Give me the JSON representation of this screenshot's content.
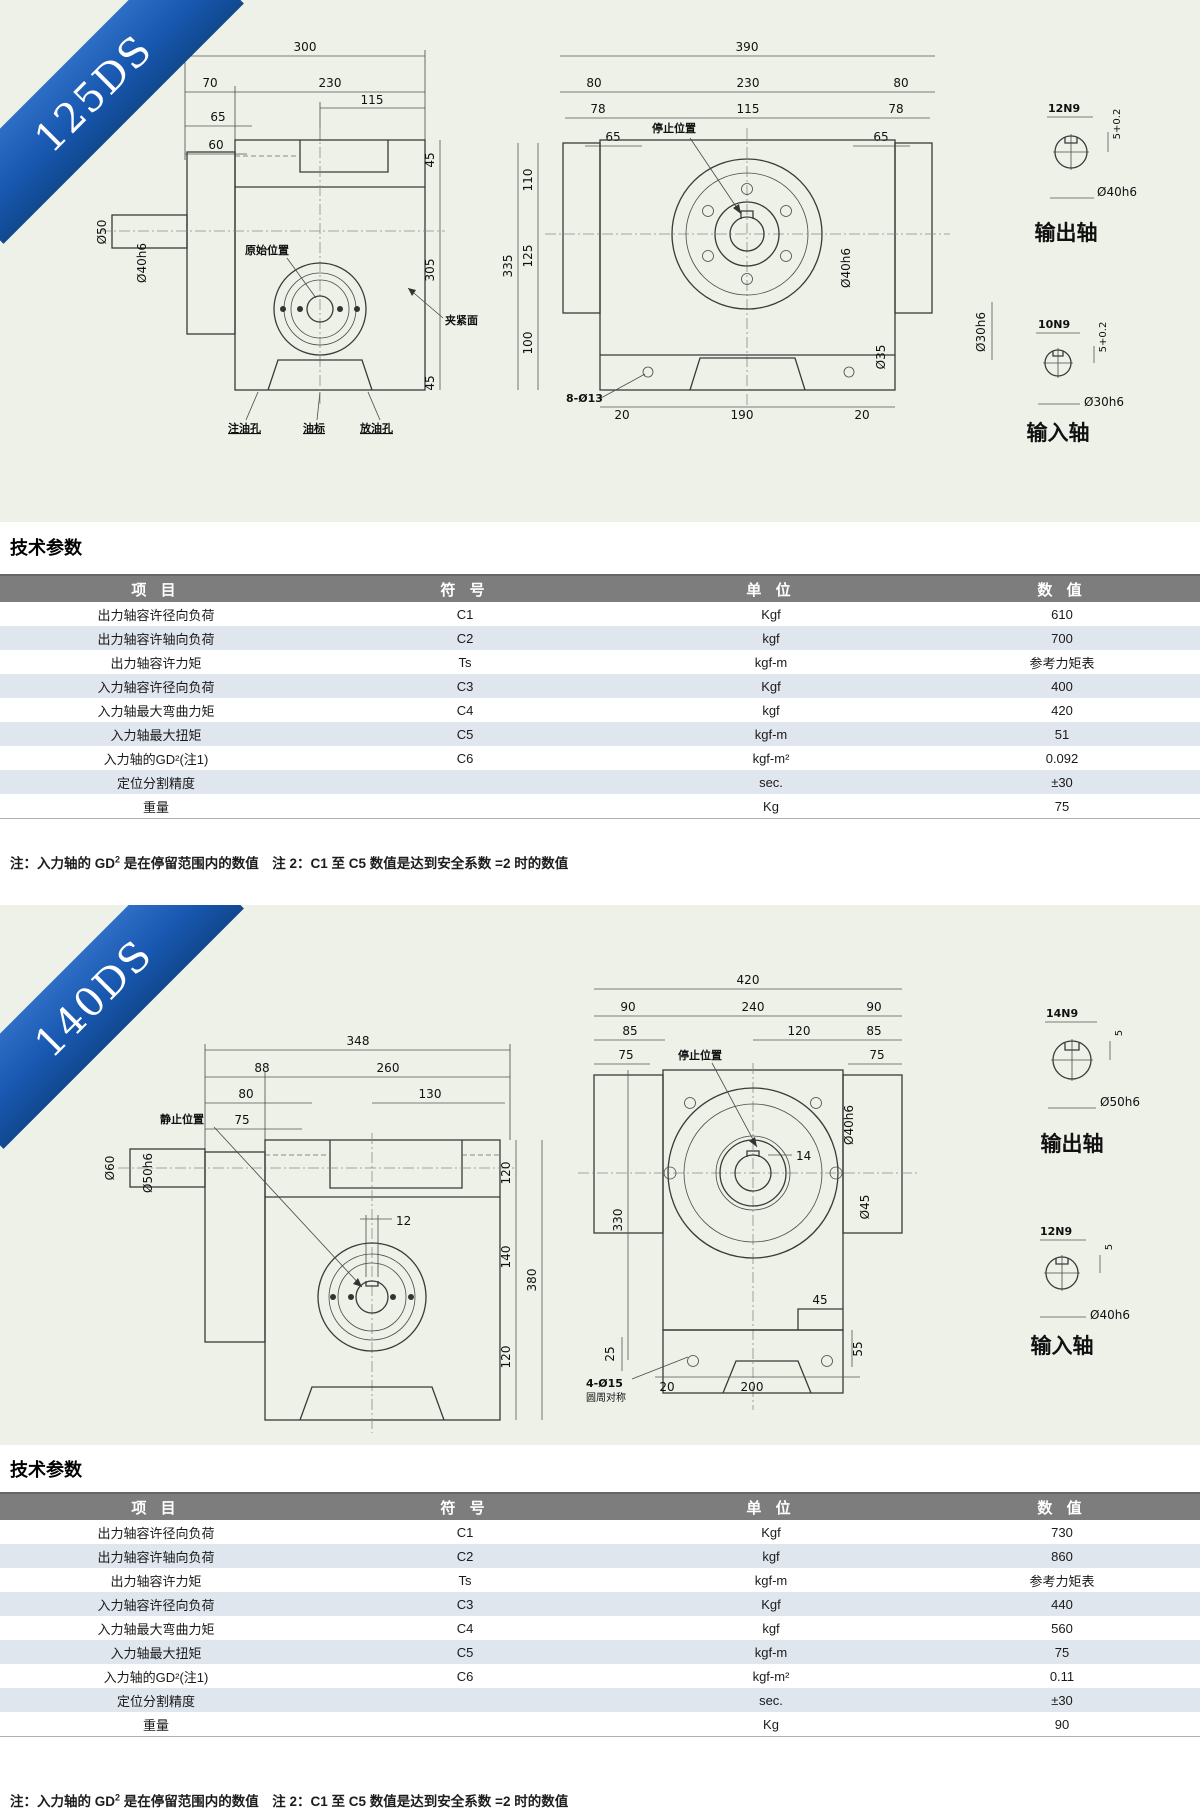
{
  "panels": {
    "p125": {
      "ribbon": "125DS",
      "heading": "技术参数",
      "left": {
        "w300": "300",
        "w70": "70",
        "w230": "230",
        "w115": "115",
        "w65": "65",
        "w60": "60",
        "v45t": "45",
        "v305": "305",
        "v45b": "45",
        "dia50": "Ø50",
        "dia40h6": "Ø40h6",
        "home": "原始位置",
        "clamp": "夹紧面",
        "oil_fill": "注油孔",
        "oil_gauge": "油标",
        "oil_drain": "放油孔"
      },
      "front": {
        "w390": "390",
        "w80l": "80",
        "w230": "230",
        "w80r": "80",
        "w78l": "78",
        "w115": "115",
        "w78r": "78",
        "w65l": "65",
        "w65r": "65",
        "v335": "335",
        "v110": "110",
        "v125": "125",
        "v100": "100",
        "stop": "停止位置",
        "holes": "8-Ø13",
        "b20l": "20",
        "b190": "190",
        "b20r": "20",
        "dia40": "Ø40h6",
        "dia35": "Ø35",
        "dia30": "Ø30h6"
      },
      "shafts": {
        "out_key": "12N9",
        "out_depth": "5+0.2",
        "out_dia": "Ø40h6",
        "out_label": "输出轴",
        "in_key": "10N9",
        "in_depth": "5+0.2",
        "in_dia": "Ø30h6",
        "in_label": "输入轴"
      },
      "table": {
        "headers": [
          "项  目",
          "符  号",
          "单  位",
          "数  值"
        ],
        "rows": [
          [
            "出力轴容许径向负荷",
            "C1",
            "Kgf",
            "610"
          ],
          [
            "出力轴容许轴向负荷",
            "C2",
            "kgf",
            "700"
          ],
          [
            "出力轴容许力矩",
            "Ts",
            "kgf-m",
            "参考力矩表"
          ],
          [
            "入力轴容许径向负荷",
            "C3",
            "Kgf",
            "400"
          ],
          [
            "入力轴最大弯曲力矩",
            "C4",
            "kgf",
            "420"
          ],
          [
            "入力轴最大扭矩",
            "C5",
            "kgf-m",
            "51"
          ],
          [
            "入力轴的GD²(注1)",
            "C6",
            "kgf-m²",
            "0.092"
          ],
          [
            "定位分割精度",
            "",
            "sec.",
            "±30"
          ],
          [
            "重量",
            "",
            "Kg",
            "75"
          ]
        ]
      },
      "note_prefix": "注：入力轴的 GD",
      "note_sup": "2",
      "note_rest": " 是在停留范围内的数值　注 2：C1 至 C5 数值是达到安全系数 =2 时的数值"
    },
    "p140": {
      "ribbon": "140DS",
      "heading": "技术参数",
      "left": {
        "w348": "348",
        "w88": "88",
        "w260": "260",
        "w80": "80",
        "w130": "130",
        "w75": "75",
        "v120t": "120",
        "v140": "140",
        "v380": "380",
        "v120b": "120",
        "key12": "12",
        "dia60": "Ø60",
        "dia50": "Ø50h6",
        "rest": "静止位置"
      },
      "front": {
        "w420": "420",
        "w90l": "90",
        "w240": "240",
        "w90r": "90",
        "w85l": "85",
        "w120": "120",
        "w85r": "85",
        "w75l": "75",
        "w75r": "75",
        "v330": "330",
        "key14": "14",
        "stop": "停止位置",
        "b25": "25",
        "holes": "4-Ø15",
        "sym": "圆周对称",
        "b20": "20",
        "b200": "200",
        "b55": "55",
        "b45": "45",
        "dia40": "Ø40h6",
        "dia45": "Ø45"
      },
      "shafts": {
        "out_key": "14N9",
        "out_depth": "5",
        "out_dia": "Ø50h6",
        "out_label": "输出轴",
        "in_key": "12N9",
        "in_depth": "5",
        "in_dia": "Ø40h6",
        "in_label": "输入轴"
      },
      "table": {
        "headers": [
          "项  目",
          "符  号",
          "单  位",
          "数  值"
        ],
        "rows": [
          [
            "出力轴容许径向负荷",
            "C1",
            "Kgf",
            "730"
          ],
          [
            "出力轴容许轴向负荷",
            "C2",
            "kgf",
            "860"
          ],
          [
            "出力轴容许力矩",
            "Ts",
            "kgf-m",
            "参考力矩表"
          ],
          [
            "入力轴容许径向负荷",
            "C3",
            "Kgf",
            "440"
          ],
          [
            "入力轴最大弯曲力矩",
            "C4",
            "kgf",
            "560"
          ],
          [
            "入力轴最大扭矩",
            "C5",
            "kgf-m",
            "75"
          ],
          [
            "入力轴的GD²(注1)",
            "C6",
            "kgf-m²",
            "0.11"
          ],
          [
            "定位分割精度",
            "",
            "sec.",
            "±30"
          ],
          [
            "重量",
            "",
            "Kg",
            "90"
          ]
        ]
      },
      "note_prefix": "注：入力轴的 GD",
      "note_sup": "2",
      "note_rest": " 是在停留范围内的数值　注 2：C1 至 C5 数值是达到安全系数 =2 时的数值"
    }
  }
}
